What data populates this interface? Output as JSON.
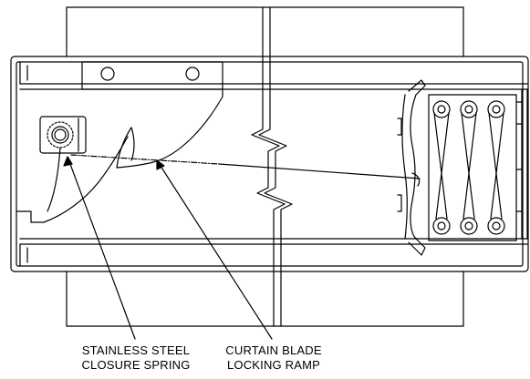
{
  "callouts": {
    "spring": {
      "line1": "STAINLESS STEEL",
      "line2": "CLOSURE SPRING"
    },
    "ramp": {
      "line1": "CURTAIN BLADE",
      "line2": "LOCKING RAMP"
    }
  }
}
